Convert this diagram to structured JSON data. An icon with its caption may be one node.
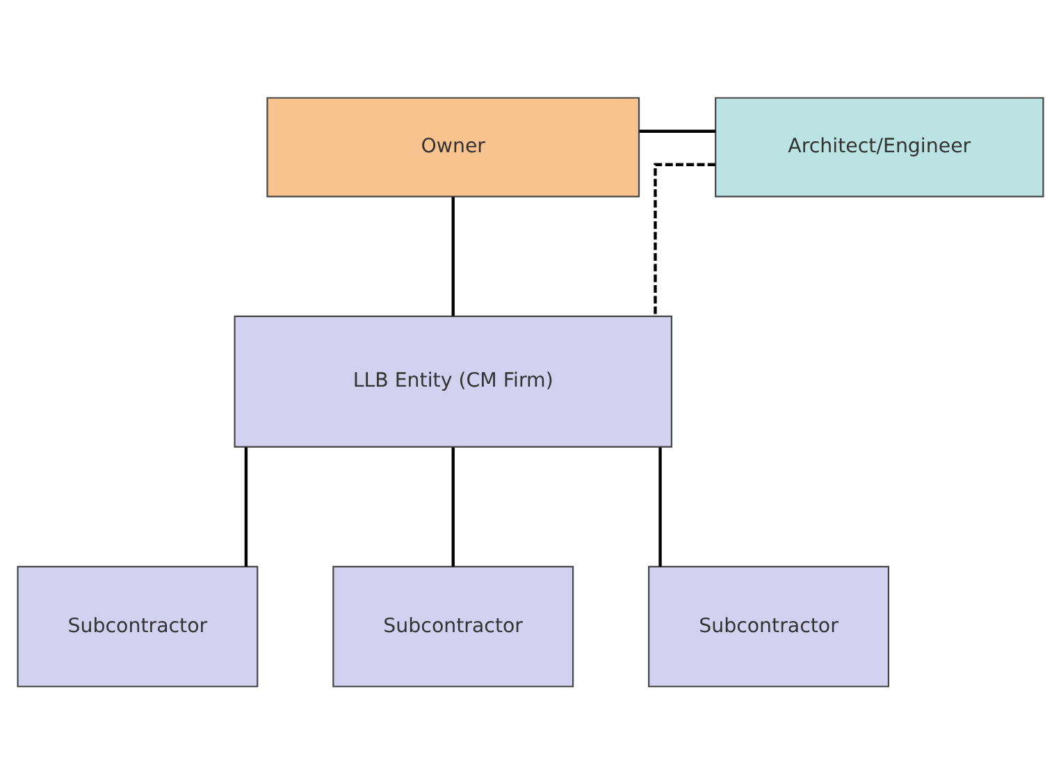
{
  "diagram": {
    "nodes": [
      {
        "text": [
          "Owner"
        ]
      },
      {
        "text": [
          "Architect/Engineer"
        ]
      },
      {
        "text": [
          "LLB Entity (CM Firm)"
        ]
      },
      {
        "text": [
          "Subcontractor"
        ]
      },
      {
        "text": [
          "Subcontractor"
        ]
      },
      {
        "text": [
          "Subcontractor"
        ]
      }
    ],
    "edges": [
      {
        "from": 0,
        "to": 1,
        "arrow": "none"
      },
      {
        "from": 0,
        "to": 2,
        "arrow": "none"
      },
      {
        "from": 1,
        "to": 2,
        "arrow": "none",
        "style": "dashed"
      },
      {
        "from": 2,
        "to": 3,
        "arrow": "none"
      },
      {
        "from": 2,
        "to": 4,
        "arrow": "none"
      },
      {
        "from": 2,
        "to": 5,
        "arrow": "none"
      }
    ]
  }
}
